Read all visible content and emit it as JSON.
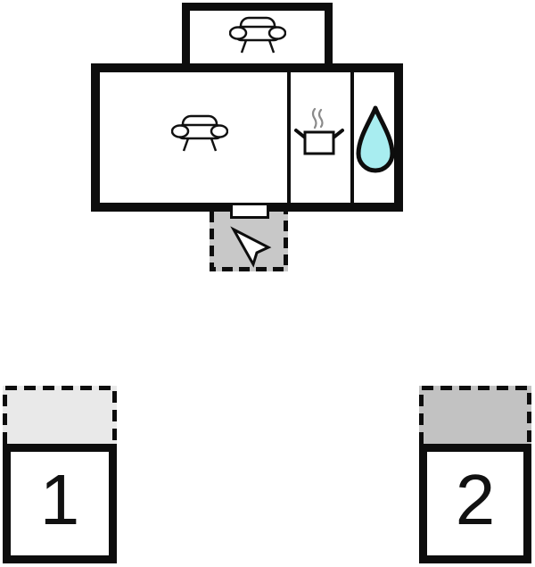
{
  "floorplan": {
    "colors": {
      "wall": "#0d0d0d",
      "water_drop": "#a8edf0",
      "entrance_fill": "#c8c8c8",
      "terrace_1_fill": "#e9e9e9",
      "terrace_2_fill": "#c2c2c2",
      "steam": "#8a8a8a"
    },
    "main_house": {
      "rooms": [
        {
          "name": "annex-lounge",
          "icon": "sofa-icon"
        },
        {
          "name": "living-room",
          "icon": "sofa-icon"
        },
        {
          "name": "kitchen",
          "icon": "stove-pot-icon"
        },
        {
          "name": "bathroom",
          "icon": "water-drop-icon"
        }
      ],
      "entrance": {
        "icon": "entrance-arrow-icon"
      }
    },
    "outbuildings": [
      {
        "label": "1"
      },
      {
        "label": "2"
      }
    ]
  }
}
